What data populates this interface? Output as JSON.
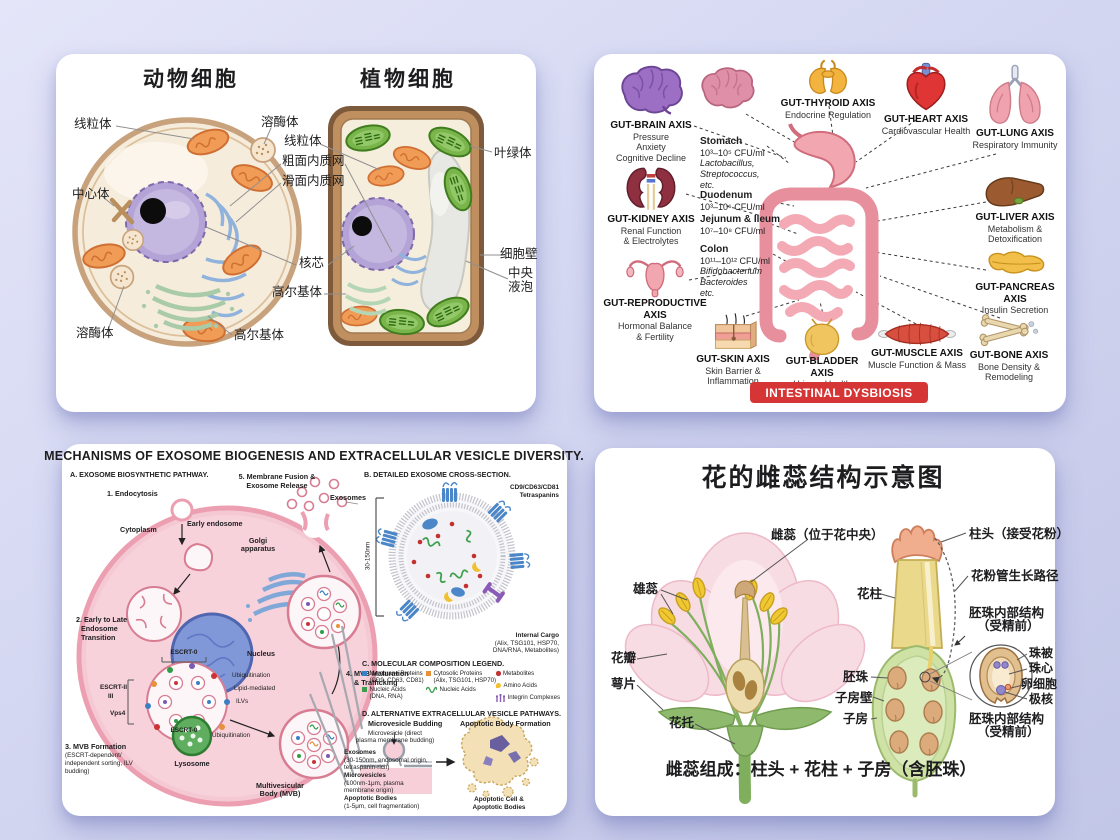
{
  "colors": {
    "background": "#d4d7f1",
    "card": "#ffffff",
    "banner_red": "#d63535"
  },
  "cell_card": {
    "animal_title": "动物细胞",
    "plant_title": "植物细胞",
    "labels": {
      "mitochondria_left": "线粒体",
      "lysosome_top": "溶酶体",
      "centrosome": "中心体",
      "lysosome_bottom": "溶酶体",
      "mitochondria_center": "线粒体",
      "rough_er": "粗面内质网",
      "smooth_er": "滑面内质网",
      "nucleolus": "核芯",
      "golgi_center": "高尔基体",
      "golgi_bottom": "高尔基体",
      "chloroplast": "叶绿体",
      "cell_wall": "细胞壁",
      "central_vacuole_1": "中央",
      "central_vacuole_2": "液泡"
    }
  },
  "gut_card": {
    "banner": "INTESTINAL DYSBIOSIS",
    "axes": [
      {
        "name": "GUT-BRAIN AXIS",
        "lines": [
          "Pressure",
          "Anxiety",
          "Cognitive Decline"
        ]
      },
      {
        "name": "GUT-THYROID AXIS",
        "lines": [
          "Endocrine Regulation"
        ]
      },
      {
        "name": "GUT-HEART AXIS",
        "lines": [
          "Cardiovascular Health"
        ]
      },
      {
        "name": "GUT-LUNG AXIS",
        "lines": [
          "Respiratory Immunity"
        ]
      },
      {
        "name": "GUT-KIDNEY AXIS",
        "lines": [
          "Renal Function",
          "& Electrolytes"
        ]
      },
      {
        "name": "GUT-LIVER AXIS",
        "lines": [
          "Metabolism &",
          "Detoxification"
        ]
      },
      {
        "name": "GUT-REPRODUCTIVE AXIS",
        "lines": [
          "Hormonal Balance",
          "& Fertility"
        ]
      },
      {
        "name": "GUT-PANCREAS AXIS",
        "lines": [
          "Insulin Secretion"
        ]
      },
      {
        "name": "GUT-SKIN AXIS",
        "lines": [
          "Skin Barrier &",
          "Inflammation"
        ]
      },
      {
        "name": "GUT-BLADDER AXIS",
        "lines": [
          "Urinary Health"
        ]
      },
      {
        "name": "GUT-MUSCLE AXIS",
        "lines": [
          "Muscle Function & Mass"
        ]
      },
      {
        "name": "GUT-BONE AXIS",
        "lines": [
          "Bone Density &",
          "Remodeling"
        ]
      }
    ],
    "regions": [
      {
        "name": "Stomach",
        "cfu": "10³–10⁵ CFU/ml",
        "species": [
          "Lactobacillus,",
          "Streptococcus,",
          "etc."
        ]
      },
      {
        "name": "Duodenum",
        "cfu": "10³–10⁶ CFU/ml",
        "species": []
      },
      {
        "name": "Jejunum & Ileum",
        "cfu": "10⁷–10⁸ CFU/ml",
        "species": []
      },
      {
        "name": "Colon",
        "cfu": "10¹¹–10¹² CFU/ml",
        "species": [
          "Bifidobacterium",
          "Bacteroides",
          "etc."
        ]
      }
    ]
  },
  "exosome_card": {
    "title": "MECHANISMS OF EXOSOME BIOGENESIS AND EXTRACELLULAR VESICLE DIVERSITY.",
    "section_a": "A. EXOSOME BIOSYNTHETIC PATHWAY.",
    "a_labels": {
      "endocytosis": "1. Endocytosis",
      "cytoplasm": "Cytoplasm",
      "early_endosome": "Early endosome",
      "golgi_1": "Golgi",
      "golgi_2": "apparatus",
      "fusion_1": "5. Membrane Fusion &",
      "fusion_2": "Exosome Release",
      "exosomes": "Exosomes",
      "nucleus": "Nucleus",
      "transition_1": "2. Early to Late",
      "transition_2": "Endosome",
      "transition_3": "Transition",
      "escrt0_top": "ESCRT-0",
      "escrt2": "ESCRT-II",
      "escrt3": "III",
      "vps4": "Vps4",
      "escrt0_bottom": "ESCRT-0",
      "ubiquitination_a": "Ubiquitination",
      "lipid": "Lipid-mediated",
      "ilvs": "ILVs",
      "ubiquitination_b": "Ubiquitination",
      "maturation_1": "4. MVB Maturation",
      "maturation_2": "& Trafficking",
      "mvb_1": "Multivesicular",
      "mvb_2": "Body (MVB)",
      "lysosome": "Lysosome",
      "formation_1": "3. MVB Formation",
      "formation_2": "(ESCRT-dependent/",
      "formation_3": "independent sorting, ILV",
      "formation_4": "budding)"
    },
    "ev_types": {
      "exosomes_name": "Exosomes",
      "exosomes_desc_1": "(30-150nm, endosomal origin,",
      "exosomes_desc_2": "tetraspanin-rich)",
      "microvesicles_name": "Microvesicles",
      "microvesicles_desc_1": "(100nm-1μm, plasma",
      "microvesicles_desc_2": "membrane origin)",
      "apoptotic_name": "Apoptotic Bodies",
      "apoptotic_desc": "(1-5μm, cell fragmentation)"
    },
    "section_b": "B. DETAILED EXOSOME CROSS-SECTION.",
    "b_labels": {
      "tetraspanins_1": "CD9/CD63/CD81",
      "tetraspanins_2": "Tetraspanins",
      "size": "30-150nm",
      "cargo_1": "Internal Cargo",
      "cargo_2": "(Alix, TSG101, HSP70,",
      "cargo_3": "DNA/RNA, Metabolites)"
    },
    "section_c": "C. MOLECULAR COMPOSITION LEGEND.",
    "legend": [
      {
        "label_1": "Membrane Proteins",
        "label_2": "(CD9, CD63, CD81)"
      },
      {
        "label_1": "Cytosolic Proteins",
        "label_2": "(Alix, TSG101, HSP70)"
      },
      {
        "label_1": "Metabolites",
        "label_2": ""
      },
      {
        "label_1": "Nucleic Acids",
        "label_2": "(DNA, RNA)"
      },
      {
        "label_1": "Nucleic Acids",
        "label_2": ""
      },
      {
        "label_1": "Amino Acids",
        "label_2": ""
      },
      {
        "label_1": "Integrin Complexes",
        "label_2": ""
      }
    ],
    "section_d": "D. ALTERNATIVE EXTRACELLULAR VESICLE PATHWAYS.",
    "d_labels": {
      "budding": "Microvesicle Budding",
      "formation": "Apoptotic Body Formation",
      "microvesicle_1": "Microvesicle (direct",
      "microvesicle_2": "plasma membrane budding)",
      "apoptotic_1": "Apoptotic Cell &",
      "apoptotic_2": "Apoptotic Bodies"
    }
  },
  "flower_card": {
    "title": "花的雌蕊结构示意图",
    "labels": {
      "pistil_center": "雌蕊（位于花中央）",
      "stamen": "雄蕊",
      "petal": "花瓣",
      "sepal": "萼片",
      "receptacle": "花托",
      "stigma": "柱头（接受花粉）",
      "pollen_tube": "花粉管生长路径",
      "style": "花柱",
      "ovule_structure_top_1": "胚珠内部结构",
      "ovule_structure_top_2": "（受精前）",
      "ovule": "胚珠",
      "ovary_wall": "子房壁",
      "ovary": "子房",
      "integument": "珠被",
      "nucellus": "珠心",
      "egg_cell": "卵细胞",
      "polar_nuclei": "极核",
      "ovule_structure_bottom_1": "胚珠内部结构",
      "ovule_structure_bottom_2": "（受精前）"
    },
    "summary": "雌蕊组成：柱头 + 花柱 + 子房（含胚珠）"
  }
}
